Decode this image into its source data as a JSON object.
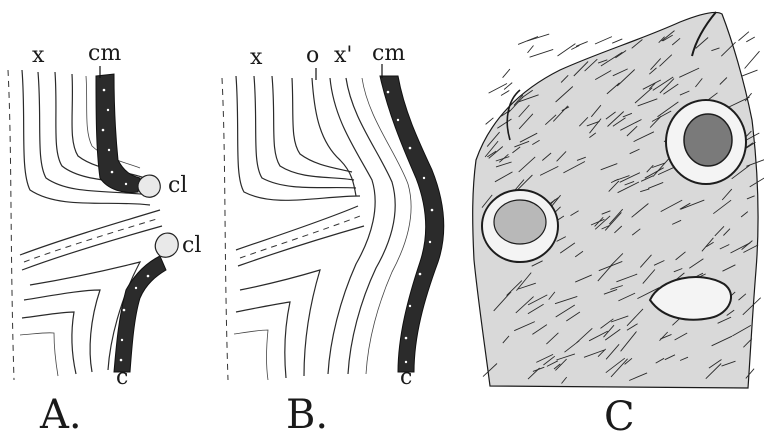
{
  "panels": {
    "a": {
      "caption": "A.",
      "labels": {
        "x": "x",
        "cm": "cm",
        "cl_upper": "cl",
        "cl_lower": "cl",
        "c": "c"
      }
    },
    "b": {
      "caption": "B.",
      "labels": {
        "x": "x",
        "o": "o",
        "x_prime": "x'",
        "cm": "cm",
        "c": "c"
      }
    },
    "c": {
      "caption": "C"
    }
  },
  "colors": {
    "ink": "#1a1a1a",
    "paper": "#ffffff"
  }
}
